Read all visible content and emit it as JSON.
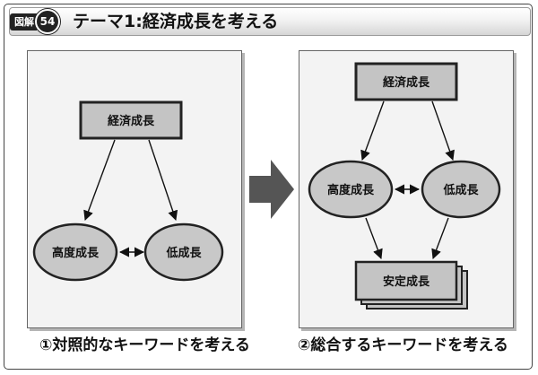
{
  "header": {
    "badge_label": "図解",
    "badge_number": "54",
    "title": "テーマ1:経済成長を考える"
  },
  "left_diagram": {
    "top_node": "経済成長",
    "left_node": "高度成長",
    "right_node": "低成長",
    "caption": "①対照的なキーワードを考える"
  },
  "right_diagram": {
    "top_node": "経済成長",
    "left_node": "高度成長",
    "right_node": "低成長",
    "bottom_node": "安定成長",
    "caption": "②総合するキーワードを考える"
  },
  "colors": {
    "box_fill": "#c4c4c4",
    "ellipse_fill": "#c8c8c8",
    "panel_fill": "#f3f3f3",
    "arrow_fill": "#555555",
    "badge": "#222222"
  }
}
